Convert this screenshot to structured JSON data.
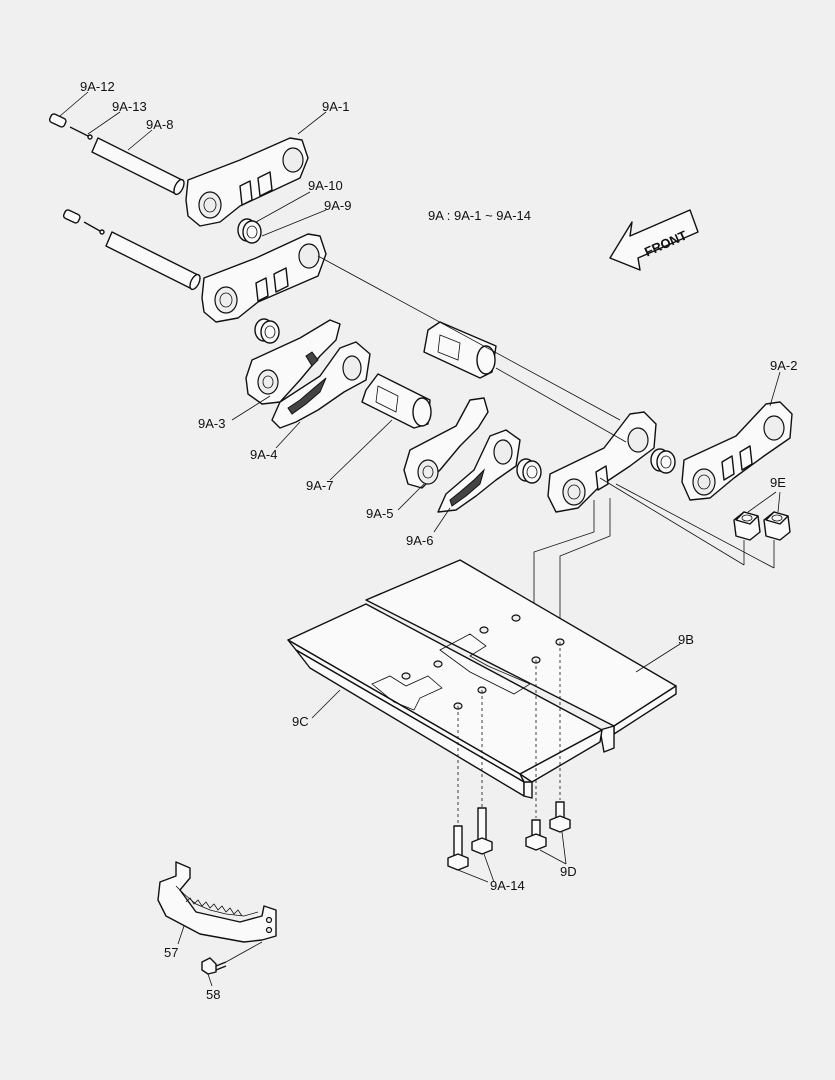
{
  "diagram": {
    "group_note": "9A : 9A-1 ~ 9A-14",
    "front_label": "FRONT",
    "callouts": [
      {
        "id": "c-9a-12",
        "text": "9A-12"
      },
      {
        "id": "c-9a-13",
        "text": "9A-13"
      },
      {
        "id": "c-9a-8",
        "text": "9A-8"
      },
      {
        "id": "c-9a-1",
        "text": "9A-1"
      },
      {
        "id": "c-9a-10",
        "text": "9A-10"
      },
      {
        "id": "c-9a-9",
        "text": "9A-9"
      },
      {
        "id": "c-9a-2",
        "text": "9A-2"
      },
      {
        "id": "c-9e",
        "text": "9E"
      },
      {
        "id": "c-9a-3",
        "text": "9A-3"
      },
      {
        "id": "c-9a-4",
        "text": "9A-4"
      },
      {
        "id": "c-9a-7",
        "text": "9A-7"
      },
      {
        "id": "c-9a-5",
        "text": "9A-5"
      },
      {
        "id": "c-9a-6",
        "text": "9A-6"
      },
      {
        "id": "c-9b",
        "text": "9B"
      },
      {
        "id": "c-9c",
        "text": "9C"
      },
      {
        "id": "c-9a-14",
        "text": "9A-14"
      },
      {
        "id": "c-9d",
        "text": "9D"
      },
      {
        "id": "c-57",
        "text": "57"
      },
      {
        "id": "c-58",
        "text": "58"
      }
    ]
  }
}
